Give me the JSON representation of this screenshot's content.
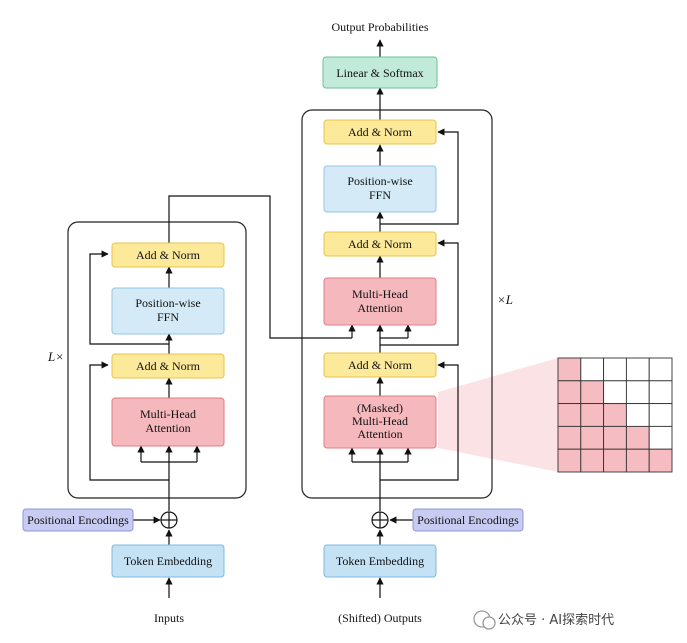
{
  "encoder": {
    "label": "L×",
    "blocks": {
      "add_norm_top": "Add & Norm",
      "ffn_line1": "Position-wise",
      "ffn_line2": "FFN",
      "add_norm_bottom": "Add & Norm",
      "attn_line1": "Multi-Head",
      "attn_line2": "Attention"
    },
    "positional": "Positional Encodings",
    "embedding": "Token Embedding",
    "input": "Inputs"
  },
  "decoder": {
    "label": "×L",
    "blocks": {
      "add_norm_top": "Add & Norm",
      "ffn_line1": "Position-wise",
      "ffn_line2": "FFN",
      "add_norm_mid": "Add & Norm",
      "cross_line1": "Multi-Head",
      "cross_line2": "Attention",
      "add_norm_bottom": "Add & Norm",
      "masked_line1": "(Masked)",
      "masked_line2": "Multi-Head",
      "masked_line3": "Attention"
    },
    "positional": "Positional Encodings",
    "embedding": "Token Embedding",
    "input": "(Shifted) Outputs"
  },
  "head": {
    "linear": "Linear & Softmax",
    "output": "Output Probabilities"
  },
  "mask_matrix": {
    "size": 5,
    "cells": [
      [
        1,
        0,
        0,
        0,
        0
      ],
      [
        1,
        1,
        0,
        0,
        0
      ],
      [
        1,
        1,
        1,
        0,
        0
      ],
      [
        1,
        1,
        1,
        1,
        0
      ],
      [
        1,
        1,
        1,
        1,
        1
      ]
    ]
  },
  "watermark": "公众号 · AI探索时代",
  "colors": {
    "addnorm_fill": "#fde99a",
    "addnorm_stroke": "#e8c44a",
    "ffn_fill": "#d4ebf7",
    "ffn_stroke": "#93c6e4",
    "attn_fill": "#f5b9bd",
    "attn_stroke": "#e07d85",
    "embed_fill": "#c5e2f5",
    "embed_stroke": "#7fb8de",
    "pos_fill": "#c8ccf2",
    "pos_stroke": "#8f96d8",
    "linear_fill": "#c2ead8",
    "linear_stroke": "#6bc19b",
    "mask_fill": "#f5bcc1",
    "mask_band": "#fbe3e5"
  }
}
